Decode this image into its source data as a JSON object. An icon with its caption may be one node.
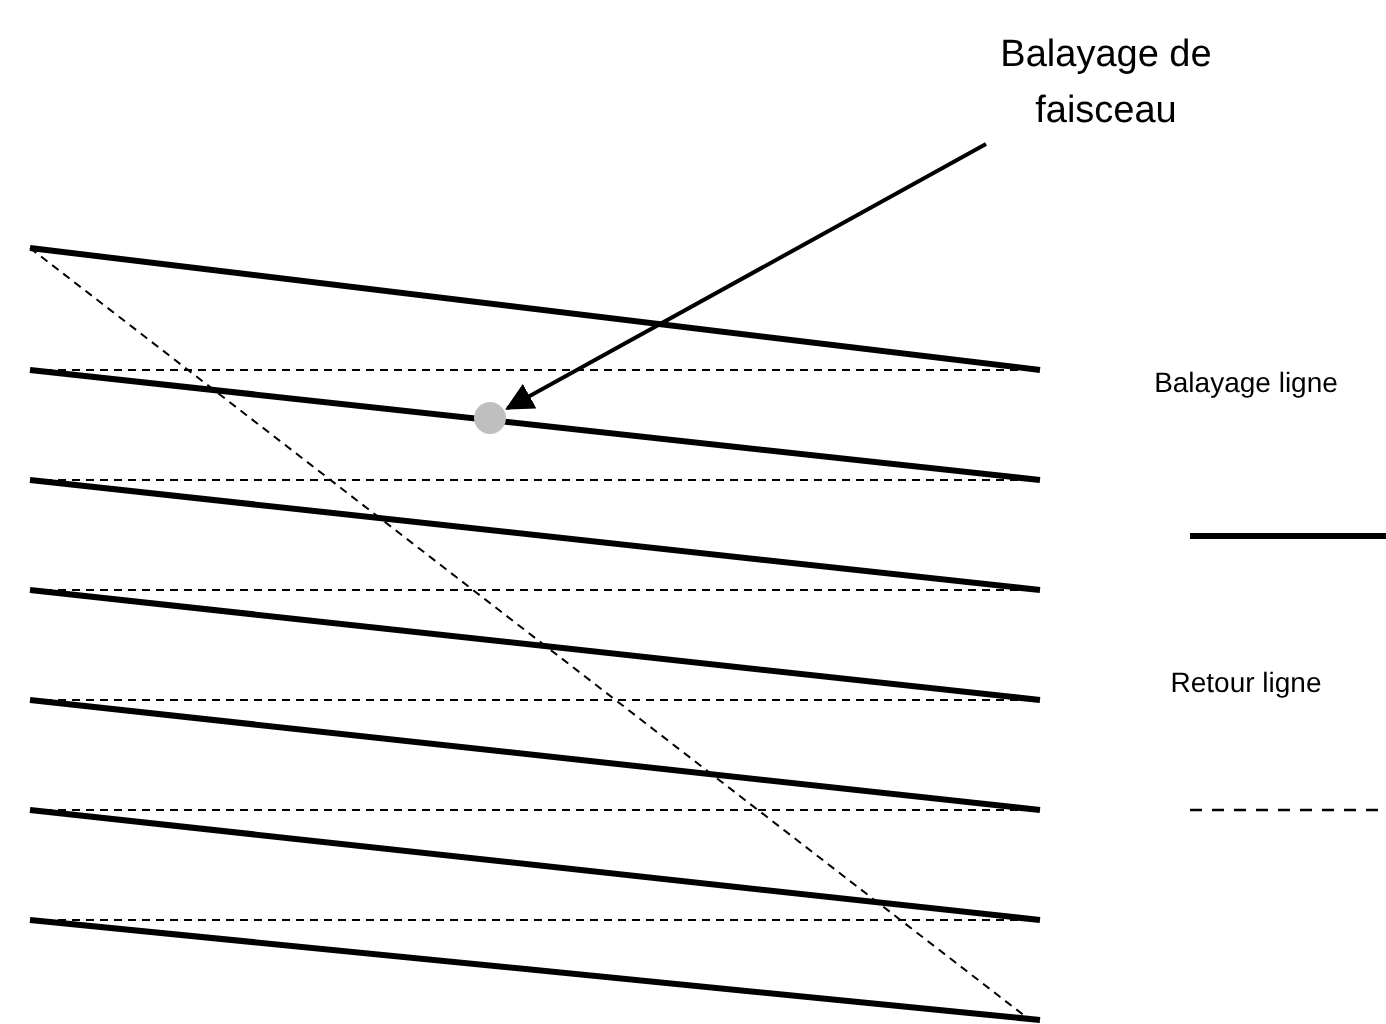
{
  "diagram": {
    "nodes": [
      {
        "text": [
          "Balayage de faisceau"
        ]
      },
      {
        "text": [],
        "shape": "circle"
      }
    ],
    "edges": [
      {
        "from": 0,
        "to": 1,
        "arrow": "to"
      }
    ],
    "legend": [
      {
        "text": "Balayage ligne"
      },
      {
        "text": "Retour ligne"
      }
    ]
  }
}
